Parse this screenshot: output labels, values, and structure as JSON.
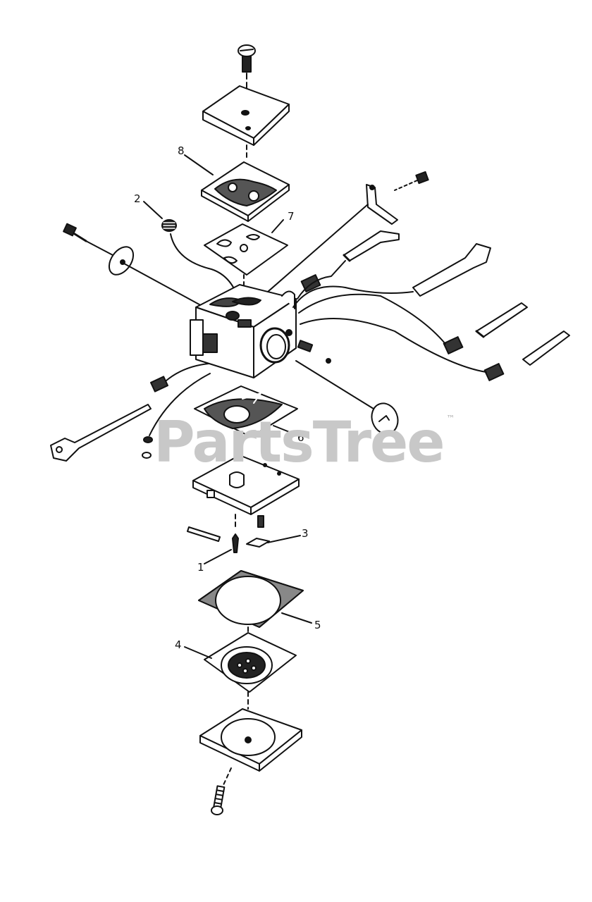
{
  "watermark": {
    "text": "PartsTree",
    "trademark": "™"
  },
  "callouts": [
    {
      "id": "c8",
      "label": "8"
    },
    {
      "id": "c2",
      "label": "2"
    },
    {
      "id": "c7",
      "label": "7"
    },
    {
      "id": "c6",
      "label": "6"
    },
    {
      "id": "c3",
      "label": "3"
    },
    {
      "id": "c1",
      "label": "1"
    },
    {
      "id": "c5",
      "label": "5"
    },
    {
      "id": "c4",
      "label": "4"
    }
  ],
  "colors": {
    "ink": "#111111",
    "watermark": "#c8c8c8",
    "background": "#ffffff"
  }
}
